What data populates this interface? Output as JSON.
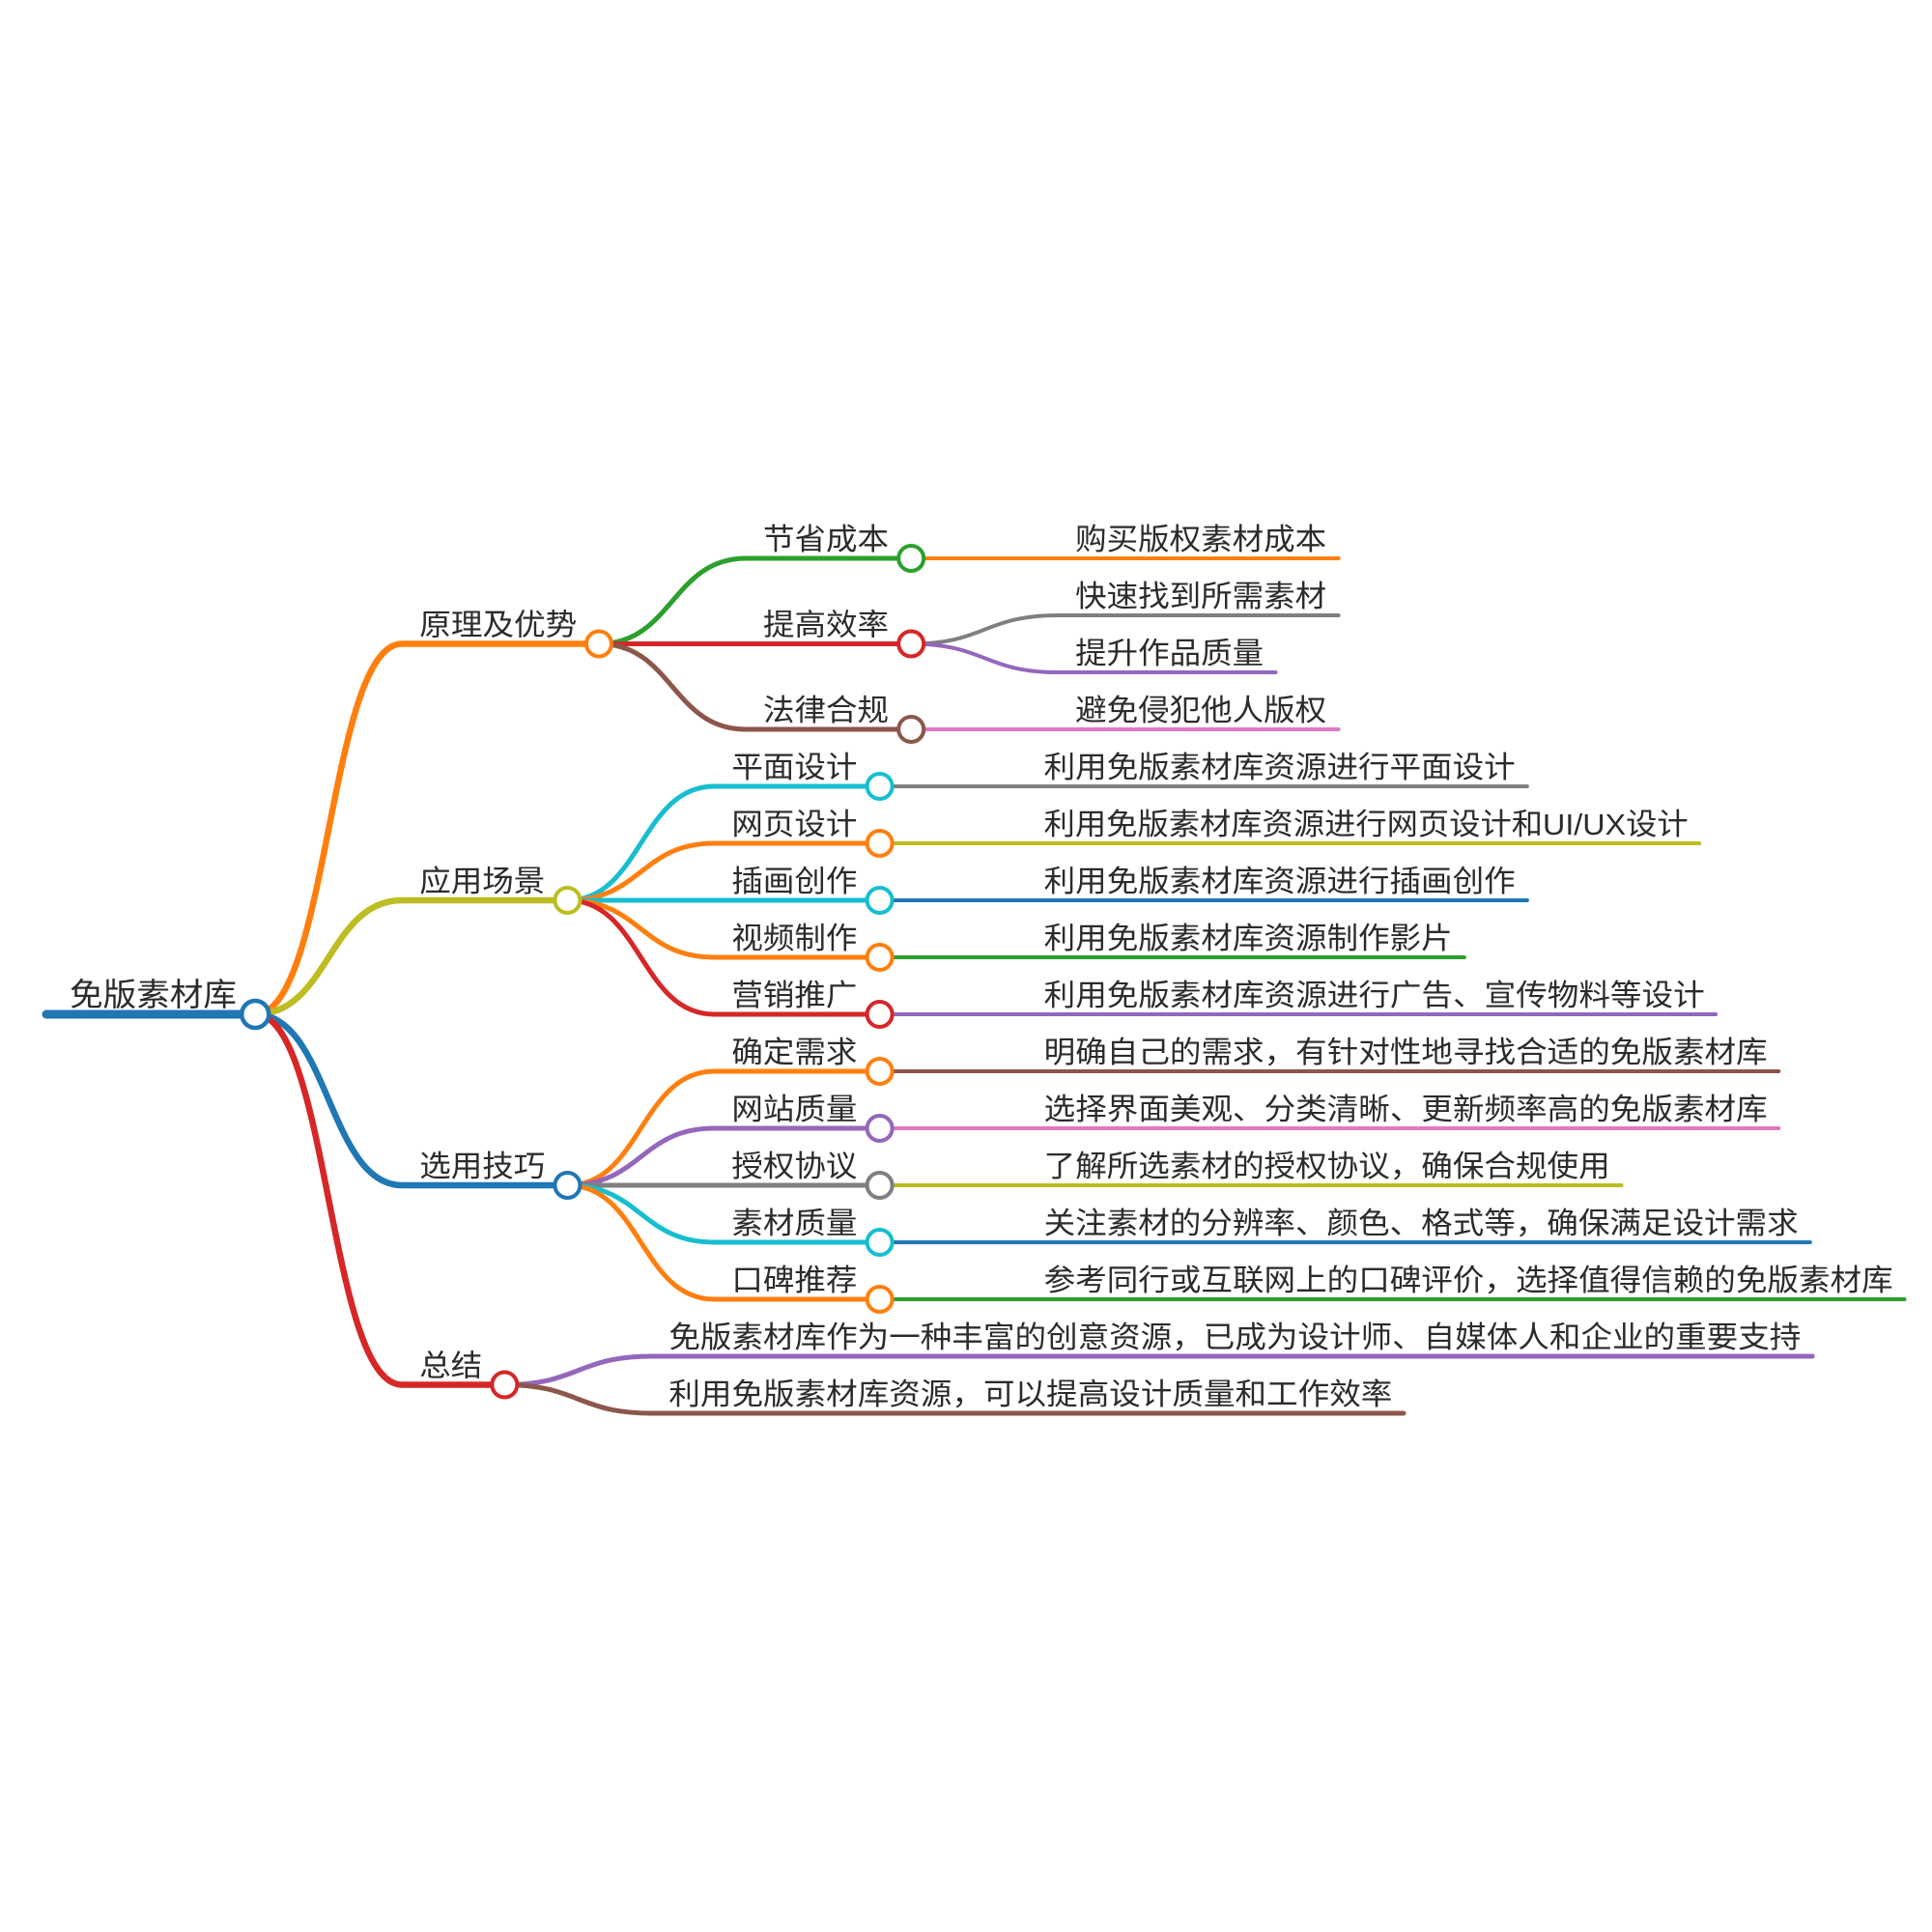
{
  "diagram": {
    "type": "mindmap",
    "background": "#ffffff",
    "text_color": "#2b2b2b",
    "node_fill": "#ffffff",
    "palette": {
      "blue": "#1f77b4",
      "orange": "#ff7f0e",
      "green": "#2ca02c",
      "red": "#d62728",
      "purple": "#9467bd",
      "brown": "#8c564b",
      "pink": "#e377c2",
      "gray": "#7f7f7f",
      "olive": "#bcbd22",
      "cyan": "#17becf"
    },
    "root": {
      "label": "免版素材库",
      "color": "#1f77b4",
      "children": [
        {
          "label": "原理及优势",
          "color": "#ff7f0e",
          "children": [
            {
              "label": "节省成本",
              "color": "#2ca02c",
              "children": [
                {
                  "label": "购买版权素材成本",
                  "color": "#ff7f0e",
                  "children": []
                }
              ]
            },
            {
              "label": "提高效率",
              "color": "#d62728",
              "children": [
                {
                  "label": "快速找到所需素材",
                  "color": "#7f7f7f",
                  "children": []
                },
                {
                  "label": "提升作品质量",
                  "color": "#9467bd",
                  "children": []
                }
              ]
            },
            {
              "label": "法律合规",
              "color": "#8c564b",
              "children": [
                {
                  "label": "避免侵犯他人版权",
                  "color": "#e377c2",
                  "children": []
                }
              ]
            }
          ]
        },
        {
          "label": "应用场景",
          "color": "#bcbd22",
          "children": [
            {
              "label": "平面设计",
              "color": "#17becf",
              "children": [
                {
                  "label": "利用免版素材库资源进行平面设计",
                  "color": "#7f7f7f",
                  "children": []
                }
              ]
            },
            {
              "label": "网页设计",
              "color": "#ff7f0e",
              "children": [
                {
                  "label": "利用免版素材库资源进行网页设计和UI/UX设计",
                  "color": "#bcbd22",
                  "children": []
                }
              ]
            },
            {
              "label": "插画创作",
              "color": "#17becf",
              "children": [
                {
                  "label": "利用免版素材库资源进行插画创作",
                  "color": "#1f77b4",
                  "children": []
                }
              ]
            },
            {
              "label": "视频制作",
              "color": "#ff7f0e",
              "children": [
                {
                  "label": "利用免版素材库资源制作影片",
                  "color": "#2ca02c",
                  "children": []
                }
              ]
            },
            {
              "label": "营销推广",
              "color": "#d62728",
              "children": [
                {
                  "label": "利用免版素材库资源进行广告、宣传物料等设计",
                  "color": "#9467bd",
                  "children": []
                }
              ]
            }
          ]
        },
        {
          "label": "选用技巧",
          "color": "#1f77b4",
          "children": [
            {
              "label": "确定需求",
              "color": "#ff7f0e",
              "children": [
                {
                  "label": "明确自己的需求，有针对性地寻找合适的免版素材库",
                  "color": "#8c564b",
                  "children": []
                }
              ]
            },
            {
              "label": "网站质量",
              "color": "#9467bd",
              "children": [
                {
                  "label": "选择界面美观、分类清晰、更新频率高的免版素材库",
                  "color": "#e377c2",
                  "children": []
                }
              ]
            },
            {
              "label": "授权协议",
              "color": "#7f7f7f",
              "children": [
                {
                  "label": "了解所选素材的授权协议，确保合规使用",
                  "color": "#bcbd22",
                  "children": []
                }
              ]
            },
            {
              "label": "素材质量",
              "color": "#17becf",
              "children": [
                {
                  "label": "关注素材的分辨率、颜色、格式等，确保满足设计需求",
                  "color": "#1f77b4",
                  "children": []
                }
              ]
            },
            {
              "label": "口碑推荐",
              "color": "#ff7f0e",
              "children": [
                {
                  "label": "参考同行或互联网上的口碑评价，选择值得信赖的免版素材库",
                  "color": "#2ca02c",
                  "children": []
                }
              ]
            }
          ]
        },
        {
          "label": "总结",
          "color": "#d62728",
          "children": [
            {
              "label": "免版素材库作为一种丰富的创意资源，已成为设计师、自媒体人和企业的重要支持",
              "color": "#9467bd",
              "children": []
            },
            {
              "label": "利用免版素材库资源，可以提高设计质量和工作效率",
              "color": "#8c564b",
              "children": []
            }
          ]
        }
      ]
    }
  }
}
